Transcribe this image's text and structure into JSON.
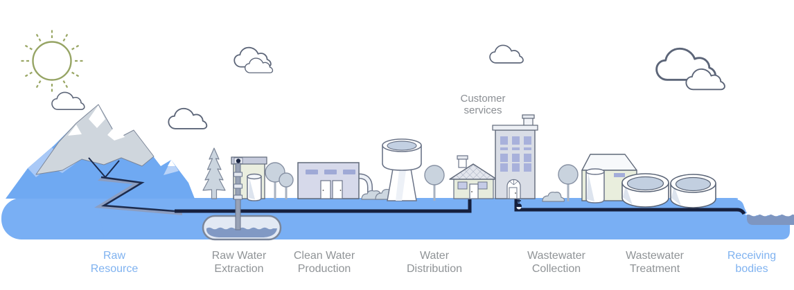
{
  "diagram": {
    "stages": [
      {
        "id": "raw-resource",
        "label": "Raw Resource",
        "label_color": "#7FB2F0"
      },
      {
        "id": "raw-water-extraction",
        "label": "Raw Water Extraction",
        "label_color": "#8F9396"
      },
      {
        "id": "clean-water-production",
        "label": "Clean Water Production",
        "label_color": "#8F9396"
      },
      {
        "id": "water-distribution",
        "label": "Water Distribution",
        "label_color": "#8F9396"
      },
      {
        "id": "wastewater-collection",
        "label": "Wastewater Collection",
        "label_color": "#8F9396"
      },
      {
        "id": "wastewater-treatment",
        "label": "Wastewater Treatment",
        "label_color": "#8F9396"
      },
      {
        "id": "receiving-bodies",
        "label": "Receiving bodies",
        "label_color": "#7FB2F0"
      }
    ],
    "annotations": {
      "customer_services": "Customer services"
    },
    "scene_icons": [
      "sun-icon",
      "cloud-icon",
      "mountain-icon",
      "river-icon",
      "lake-icon",
      "pine-tree-icon",
      "round-tree-icon",
      "bush-icon",
      "extraction-plant-icon",
      "storage-tank-icon",
      "underground-reservoir-icon",
      "production-plant-icon",
      "water-pipe-icon",
      "water-tower-icon",
      "house-icon",
      "customer-services-building-icon",
      "water-meter-icon",
      "treatment-plant-icon",
      "clarifier-basin-icon",
      "receiving-water-icon"
    ],
    "colors": {
      "accent_label": "#7FB2F0",
      "label_gray": "#8F9396",
      "water_light": "#79AFF4",
      "water_dark": "#7E96C1",
      "pipe_dark": "#16203E",
      "sun_green": "#96A464",
      "outline_slate": "#5F6878",
      "building_lavender": "#D6D9EA",
      "building_green": "#EAEEDF",
      "window_purple": "#A8B1DB",
      "mountain_gray": "#CFD6DD",
      "mountain_blue": "#6FA9F2",
      "foliage_gray": "#CBD5DF"
    }
  }
}
